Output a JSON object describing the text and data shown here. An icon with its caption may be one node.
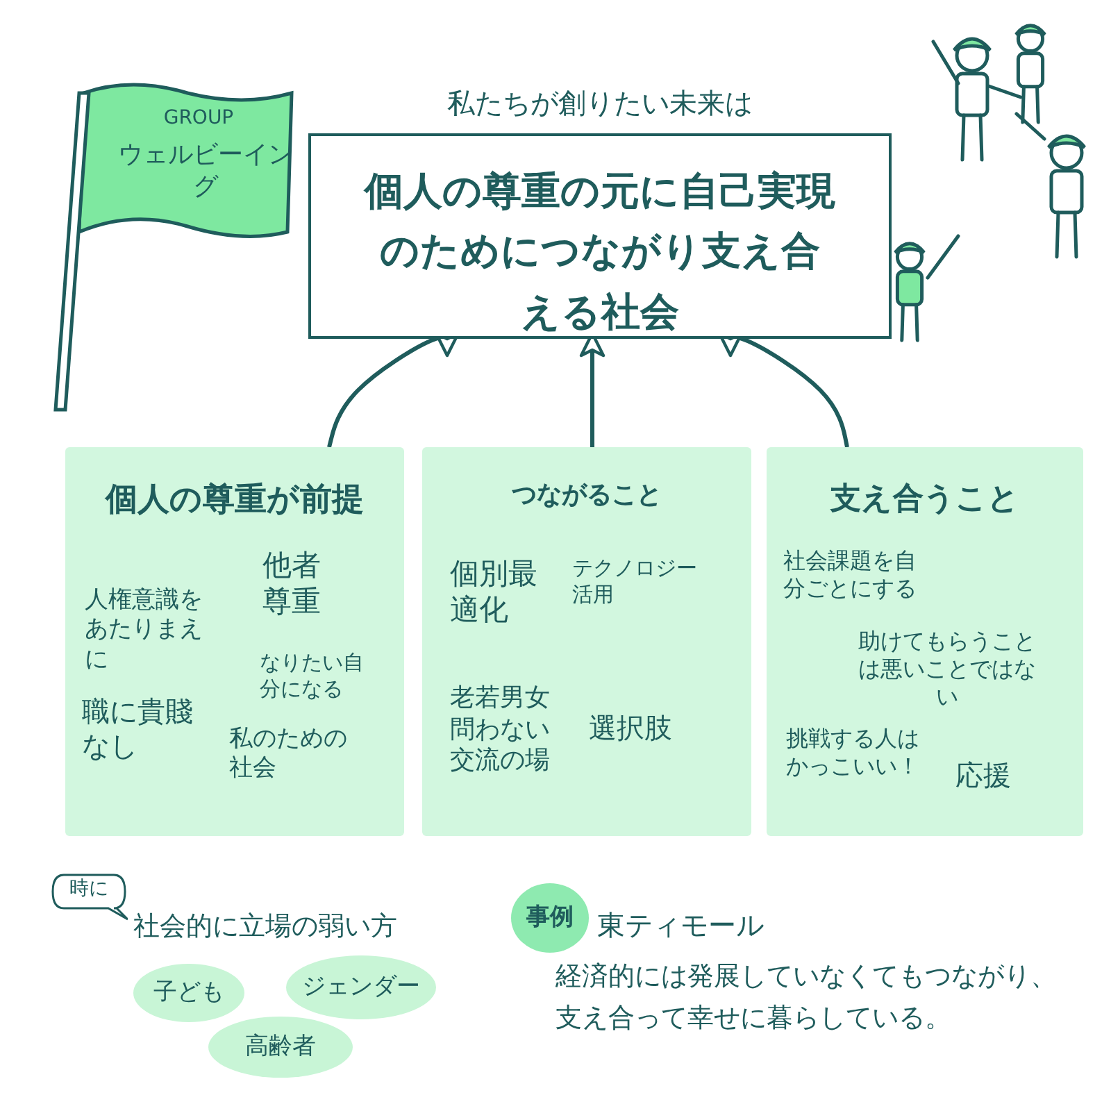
{
  "diagram": {
    "nodes": [
      {
        "text": [
          "GROUP",
          "ウェルビーイング"
        ]
      },
      {
        "text": [
          "私たちが創りたい未来は",
          "個人の尊重の元に自己実現のためにつながり支え合える社会"
        ]
      },
      {
        "text": [
          "個人の尊重が前提",
          "人権意識をあたりまえに",
          "他者尊重",
          "なりたい自分になる",
          "職に貴賤なし",
          "私のための社会"
        ]
      },
      {
        "text": [
          "つながること",
          "個別最適化",
          "テクノロジー活用",
          "老若男女問わない交流の場",
          "選択肢"
        ]
      },
      {
        "text": [
          "支え合うこと",
          "社会課題を自分ごとにする",
          "助けてもらうことは悪いことではない",
          "挑戦する人はかっこいい！",
          "応援"
        ]
      },
      {
        "text": [
          "時に"
        ]
      },
      {
        "text": [
          "子ども"
        ]
      },
      {
        "text": [
          "ジェンダー"
        ]
      },
      {
        "text": [
          "高齢者"
        ]
      },
      {
        "text": [
          "事例"
        ]
      }
    ],
    "edges": [
      {
        "from": 2,
        "to": 1,
        "arrow": "to"
      },
      {
        "from": 3,
        "to": 1,
        "arrow": "to"
      },
      {
        "from": 4,
        "to": 1,
        "arrow": "to"
      }
    ],
    "labels": [
      "社会的に立場の弱い方",
      "東ティモール",
      "経済的には発展していなくてもつながり、支え合って幸せに暮らしている。"
    ]
  }
}
